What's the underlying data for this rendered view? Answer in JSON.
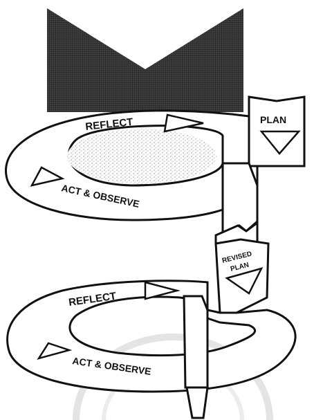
{
  "cycles": [
    {
      "reflect_label": "REFLECT",
      "plan_label": "PLAN",
      "act_observe_label": "ACT & OBSERVE"
    },
    {
      "reflect_label": "REFLECT",
      "plan_label_line1": "REVISED",
      "plan_label_line2": "PLAN",
      "act_observe_label": "ACT & OBSERVE"
    }
  ],
  "colors": {
    "ink": "#111111",
    "paper": "#ffffff",
    "shade": "#3a3a3a",
    "speckle": "#9a9a9a",
    "watermark": "#dcdcdc"
  },
  "icons": [
    "triangle-arrow-icon"
  ]
}
